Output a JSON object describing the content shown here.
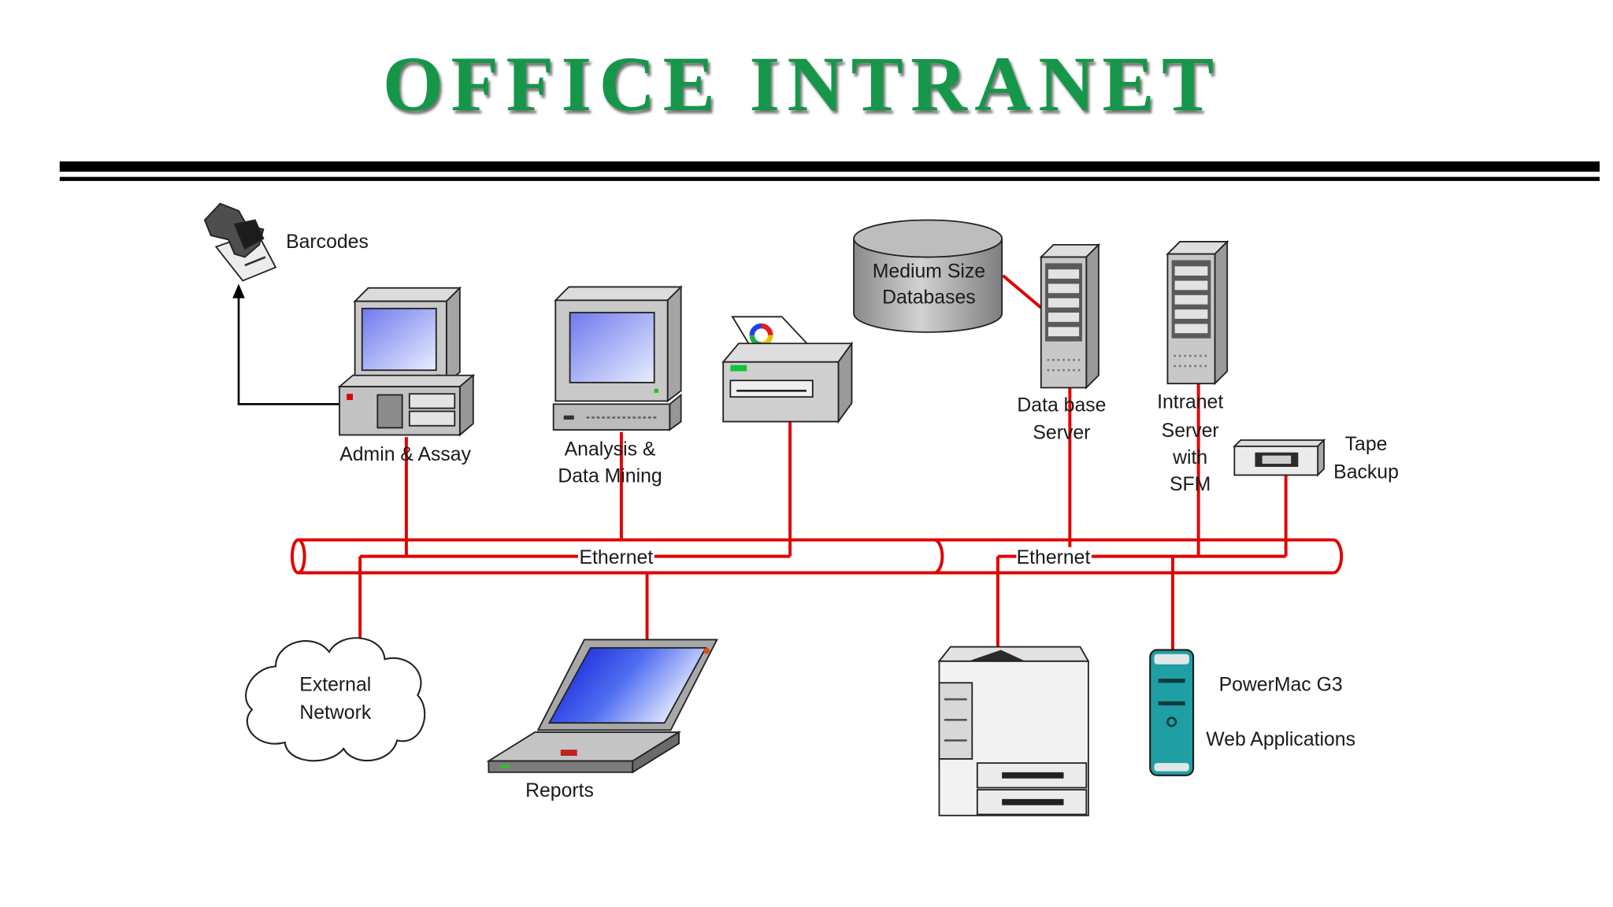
{
  "title": "OFFICE INTRANET",
  "colors": {
    "title": "#17964a",
    "network_line": "#e00000",
    "divider": "#000000",
    "powermac_body": "#1f9ea3"
  },
  "network": {
    "label_left": "Ethernet",
    "label_right": "Ethernet"
  },
  "nodes": {
    "barcodes": {
      "icon": "barcode-scanner-icon",
      "label": [
        "Barcodes"
      ]
    },
    "admin_assay": {
      "icon": "desktop-computer-icon",
      "label": [
        "Admin & Assay"
      ]
    },
    "analysis": {
      "icon": "desktop-computer-icon",
      "label": [
        "Analysis &",
        "Data Mining"
      ]
    },
    "color_printer": {
      "icon": "printer-icon",
      "label": []
    },
    "databases": {
      "icon": "database-icon",
      "label": [
        "Medium Size",
        "Databases"
      ]
    },
    "database_server": {
      "icon": "server-tower-icon",
      "label": [
        "Data base",
        "Server"
      ]
    },
    "intranet_server": {
      "icon": "server-tower-icon",
      "label": [
        "Intranet",
        "Server",
        "with",
        "SFM"
      ]
    },
    "tape_backup": {
      "icon": "tape-drive-icon",
      "label": [
        "Tape",
        "Backup"
      ]
    },
    "external_network": {
      "icon": "cloud-icon",
      "label": [
        "External",
        "Network"
      ]
    },
    "reports": {
      "icon": "laptop-icon",
      "label": [
        "Reports"
      ]
    },
    "network_printer": {
      "icon": "laser-printer-icon",
      "label": []
    },
    "powermac": {
      "icon": "powermac-tower-icon",
      "label": [
        "PowerMac G3",
        "Web Applications"
      ]
    }
  }
}
